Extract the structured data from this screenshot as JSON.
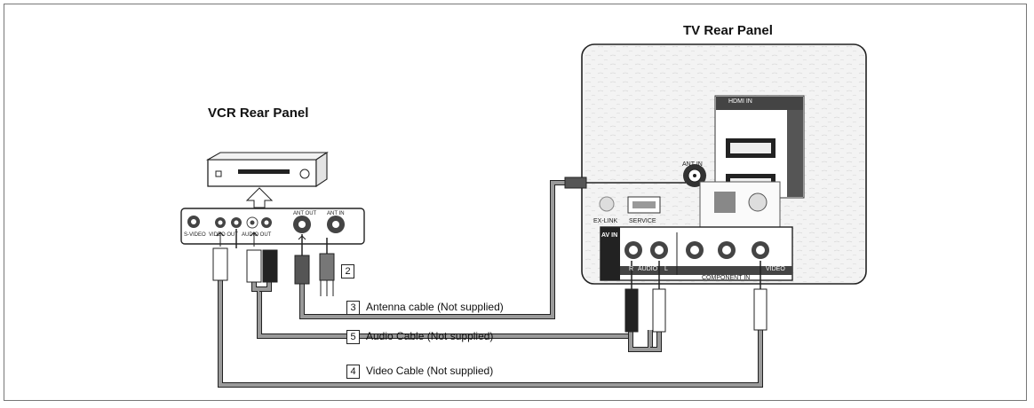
{
  "titles": {
    "tv": "TV Rear Panel",
    "vcr": "VCR Rear Panel"
  },
  "callouts": {
    "rf_adapter": {
      "num": "2"
    },
    "antenna": {
      "num": "3",
      "text": "Antenna cable (Not supplied)"
    },
    "audio": {
      "num": "5",
      "text": "Audio Cable (Not supplied)"
    },
    "video": {
      "num": "4",
      "text": "Video Cable (Not supplied)"
    }
  },
  "tv_panel": {
    "hdmi_in": "HDMI IN",
    "ant_in": "ANT IN",
    "ex_link": "EX-LINK",
    "service": "SERVICE",
    "av_in": "AV IN",
    "audio": "AUDIO",
    "video": "VIDEO",
    "component_in": "COMPONENT IN",
    "r": "R",
    "l": "L"
  },
  "vcr_panel": {
    "ant_out": "ANT OUT",
    "ant_in": "ANT IN",
    "audio_out": "AUDIO OUT",
    "s_video": "S-VIDEO",
    "video_out": "VIDEO OUT"
  },
  "colors": {
    "cable": "#9a9a9a",
    "line": "#111111",
    "panel": "#f4f4f4"
  }
}
